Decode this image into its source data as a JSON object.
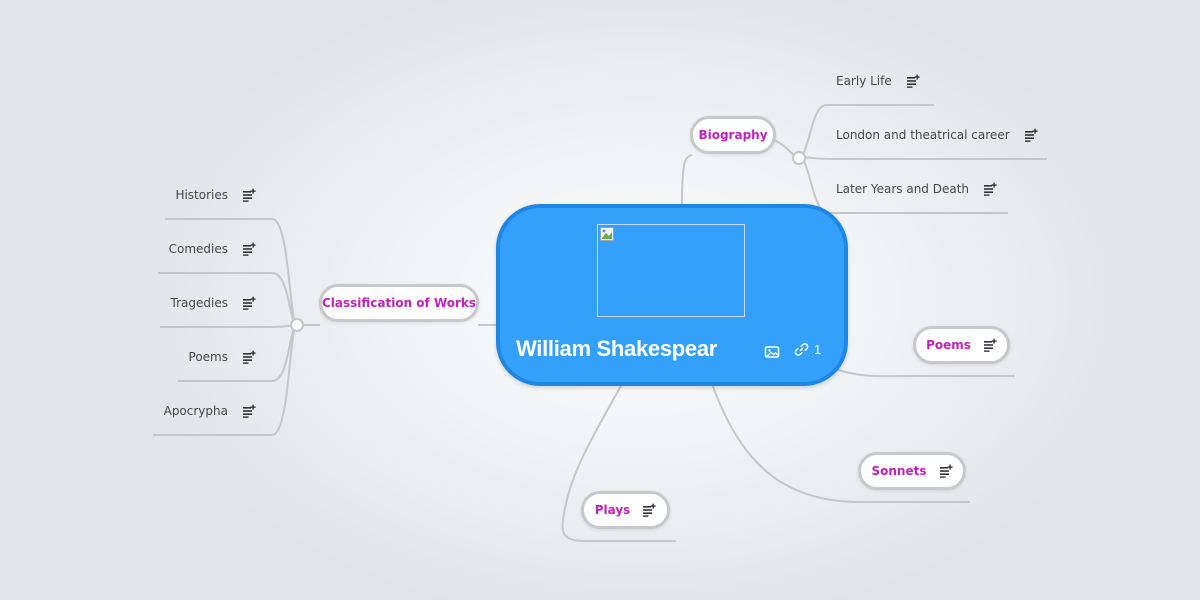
{
  "central": {
    "title": "William Shakespear",
    "link_count": "1",
    "image_icon": "image-icon",
    "link_icon": "link-icon"
  },
  "branches": {
    "biography": {
      "label": "Biography",
      "children": [
        "Early Life",
        "London and theatrical career",
        "Later Years and Death"
      ]
    },
    "classification": {
      "label": "Classification of Works",
      "children": [
        "Histories",
        "Comedies",
        "Tragedies",
        "Poems",
        "Apocrypha"
      ]
    },
    "poems": {
      "label": "Poems"
    },
    "sonnets": {
      "label": "Sonnets"
    },
    "plays": {
      "label": "Plays"
    }
  },
  "note_icon": "note-add-icon",
  "colors": {
    "central_fill": "#33a0fb",
    "central_border": "#1e87e6",
    "branch_text": "#c21fbf",
    "connector": "#c4c6c9"
  }
}
